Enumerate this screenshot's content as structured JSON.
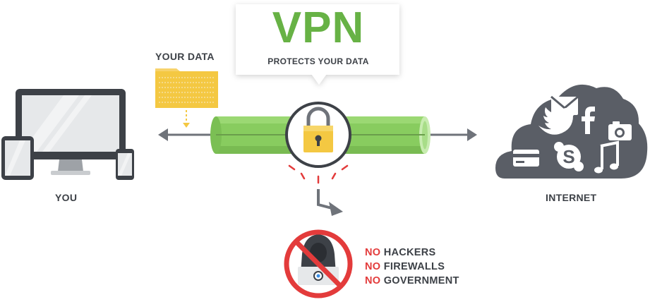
{
  "vpn": {
    "title": "VPN",
    "subtitle": "PROTECTS YOUR DATA"
  },
  "your_data_label": "YOUR DATA",
  "you_label": "YOU",
  "internet_label": "INTERNET",
  "blocked": {
    "prefix": "NO",
    "items": [
      "HACKERS",
      "FIREWALLS",
      "GOVERNMENT"
    ]
  },
  "colors": {
    "accent_green": "#67b245",
    "tunnel_green": "#88cc5f",
    "lock_yellow": "#f4c842",
    "folder_yellow": "#f7d36b",
    "danger_red": "#e33b3b",
    "device_dark": "#3d4147",
    "cloud_gray": "#5a5e66",
    "arrow_gray": "#6f737a"
  },
  "icons": [
    "laptop-icon",
    "tablet-icon",
    "phone-icon",
    "folder-icon",
    "padlock-icon",
    "cloud-icon",
    "mail-icon",
    "twitter-icon",
    "facebook-icon",
    "camera-icon",
    "credit-card-icon",
    "skype-icon",
    "music-icon",
    "hacker-icon",
    "prohibited-icon"
  ]
}
